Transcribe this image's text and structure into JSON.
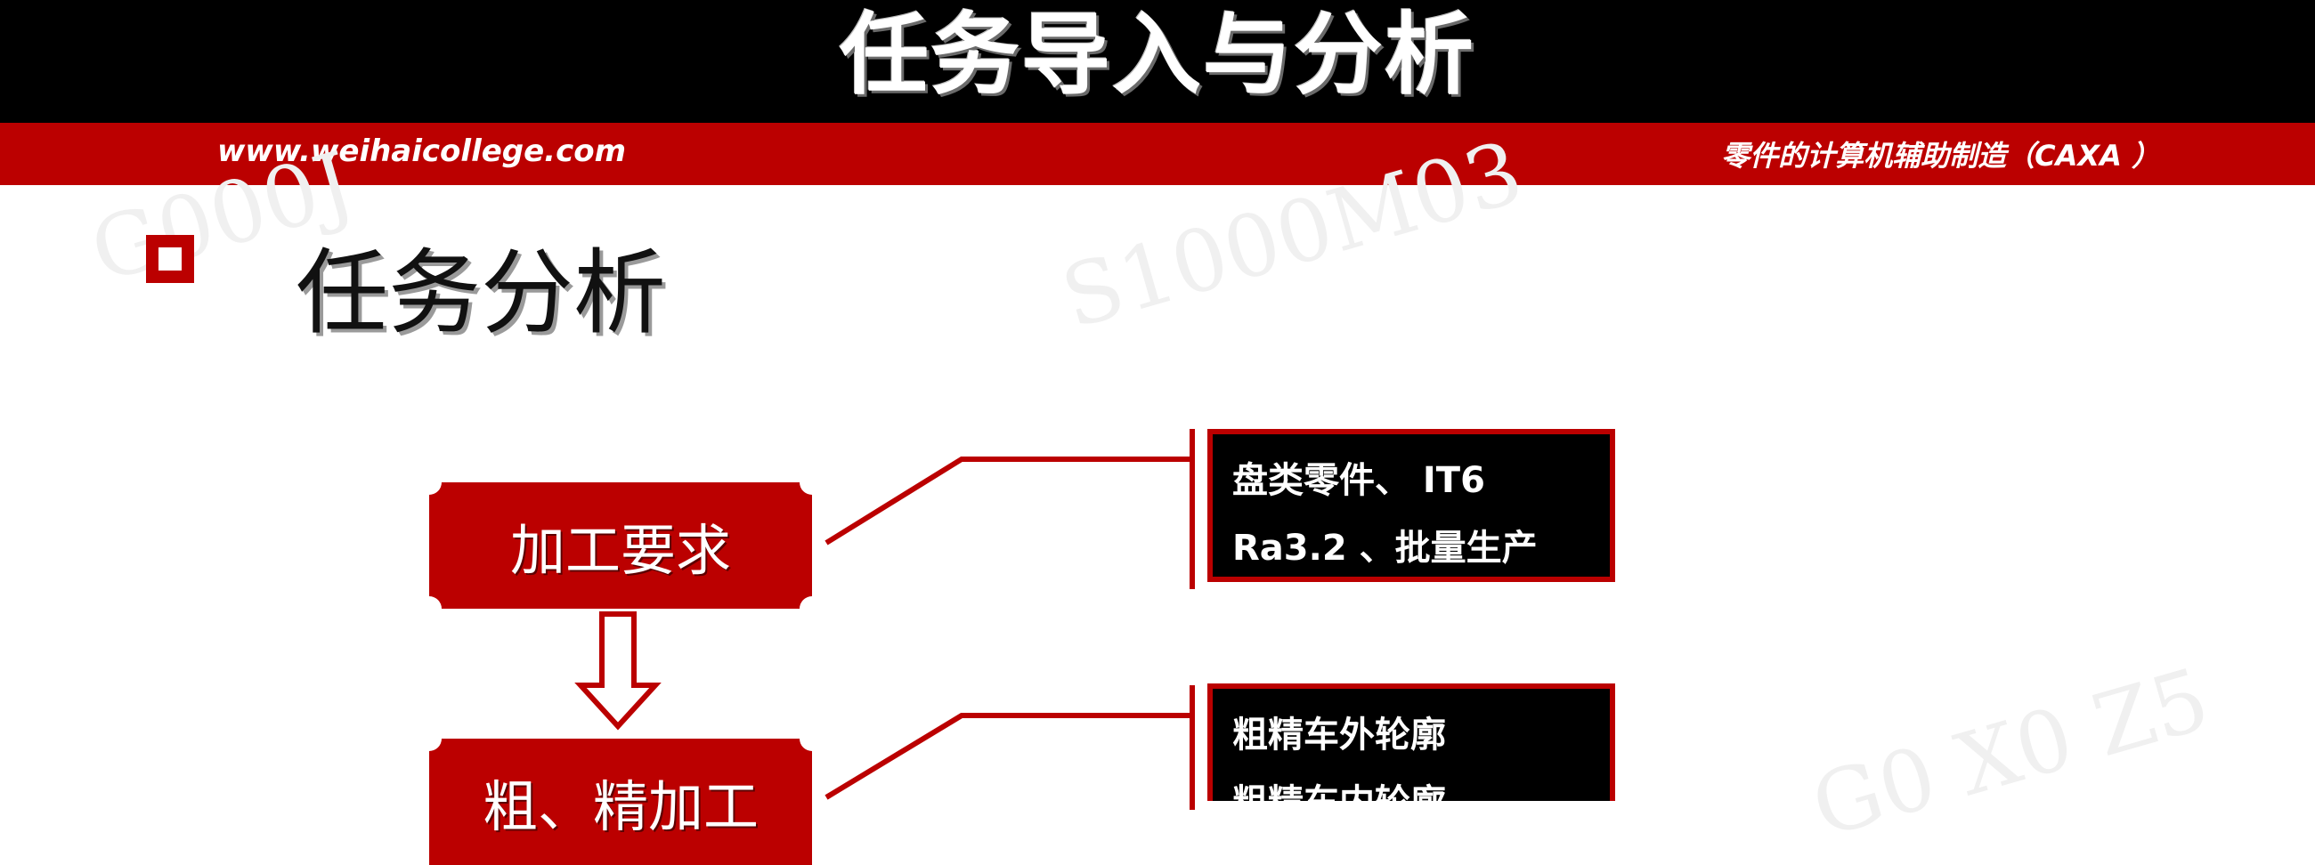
{
  "header": {
    "title": "任务导入与分析",
    "url": "www.weihaicollege.com",
    "course": "零件的计算机辅助制造（CAXA ）"
  },
  "section": {
    "title": "任务分析"
  },
  "diagram": {
    "nodes": [
      {
        "label": "加工要求"
      },
      {
        "label": "粗、精加工"
      }
    ],
    "details": [
      {
        "lines": [
          "盘类零件、 IT6",
          "Ra3.2 、批量生产"
        ]
      },
      {
        "lines": [
          "粗精车外轮廓",
          "粗精车内轮廓"
        ]
      }
    ]
  },
  "colors": {
    "accent": "#bb0000",
    "header_bg": "#000000"
  }
}
